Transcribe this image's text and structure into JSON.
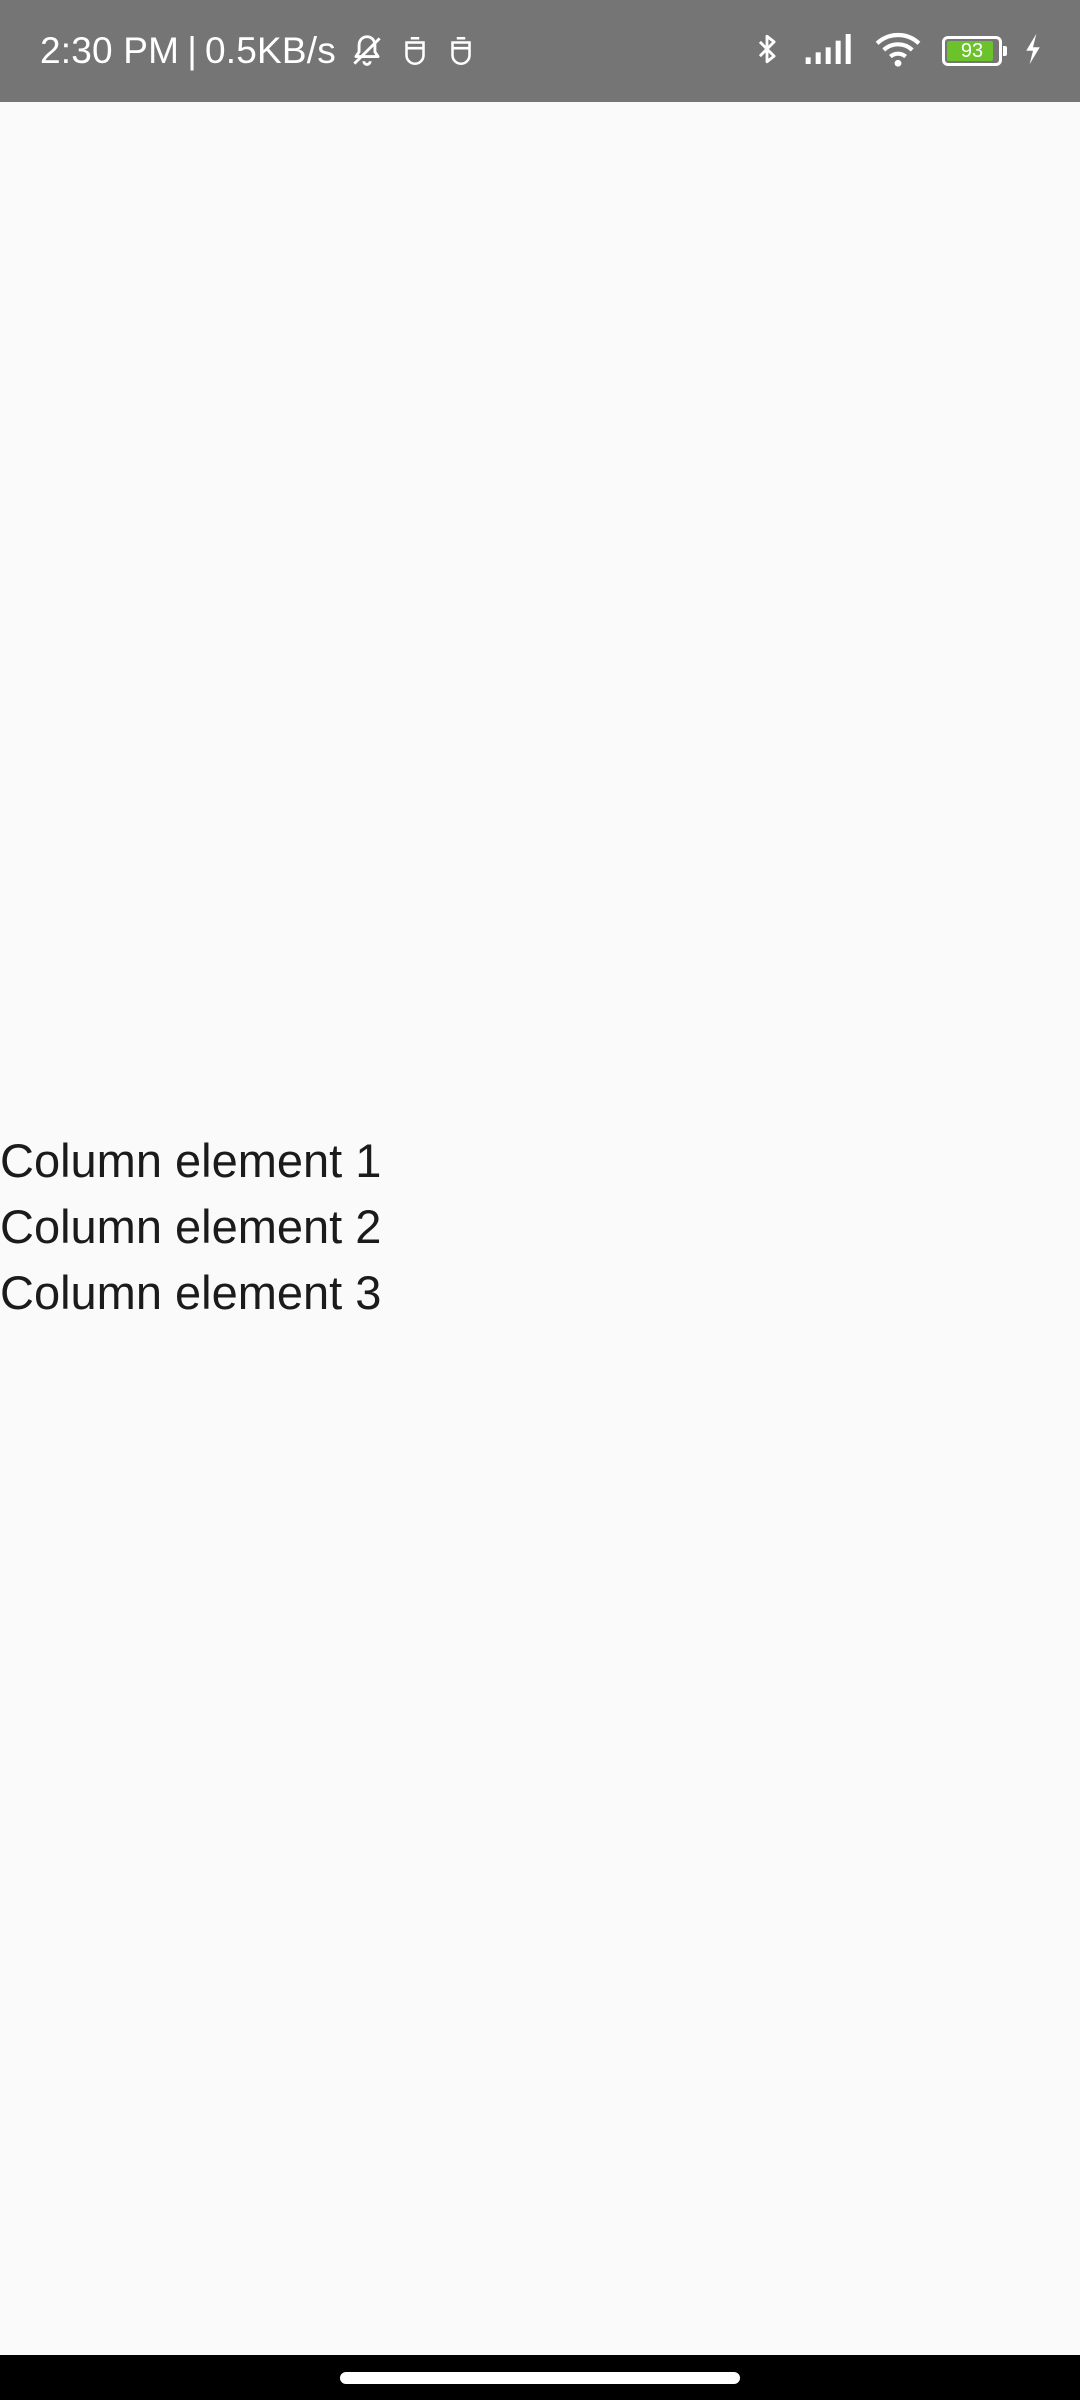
{
  "status_bar": {
    "time": "2:30 PM",
    "separator": "|",
    "network_speed": "0.5KB/s",
    "battery_level": "93",
    "battery_fraction": 0.93,
    "battery_color": "#6bc22a",
    "icons_left": [
      "bell-muted-icon",
      "notification-icon",
      "notification-icon"
    ],
    "icons_right": [
      "bluetooth-icon",
      "cellular-signal-icon",
      "wifi-icon",
      "battery-icon",
      "charging-icon"
    ]
  },
  "column": {
    "items": [
      "Column element 1",
      "Column element 2",
      "Column element 3"
    ]
  }
}
